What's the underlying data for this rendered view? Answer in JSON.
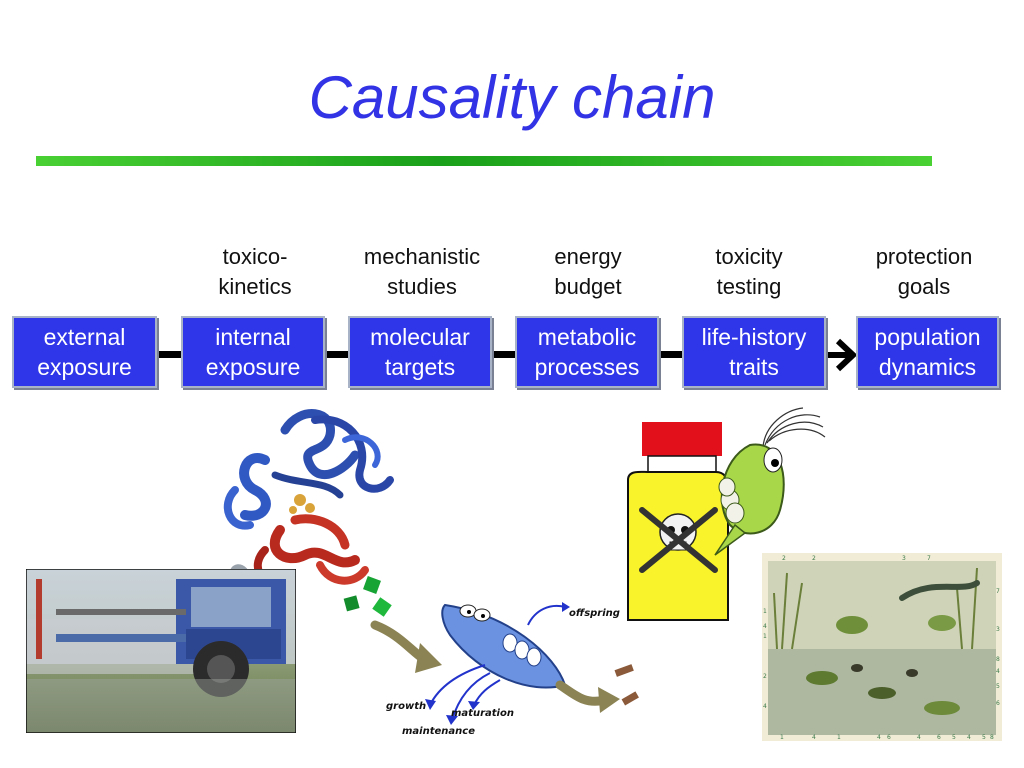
{
  "title": "Causality chain",
  "top_labels": [
    {
      "line1": "toxico-",
      "line2": "kinetics"
    },
    {
      "line1": "mechanistic",
      "line2": "studies"
    },
    {
      "line1": "energy",
      "line2": "budget"
    },
    {
      "line1": "toxicity",
      "line2": "testing"
    },
    {
      "line1": "protection",
      "line2": "goals"
    }
  ],
  "boxes": [
    {
      "line1": "external",
      "line2": "exposure"
    },
    {
      "line1": "internal",
      "line2": "exposure"
    },
    {
      "line1": "molecular",
      "line2": "targets"
    },
    {
      "line1": "metabolic",
      "line2": "processes"
    },
    {
      "line1": "life-history",
      "line2": "traits"
    },
    {
      "line1": "population",
      "line2": "dynamics"
    }
  ],
  "organism_labels": {
    "offspring": "offspring",
    "growth": "growth",
    "maturation": "maturation",
    "maintenance": "maintenance"
  },
  "frame_numbers": {
    "top": [
      "2",
      "2",
      "3",
      "7"
    ],
    "bottom": [
      "1",
      "4",
      "1",
      "4",
      "6",
      "4",
      "6",
      "5",
      "4",
      "5",
      "8"
    ],
    "left": [
      "1",
      "4",
      "1",
      "2",
      "4"
    ],
    "right": [
      "7",
      "3",
      "8",
      "4",
      "5",
      "6"
    ]
  },
  "colors": {
    "title": "#3333e6",
    "box_fill": "#2f35e8",
    "rule": "#1aa01a"
  }
}
